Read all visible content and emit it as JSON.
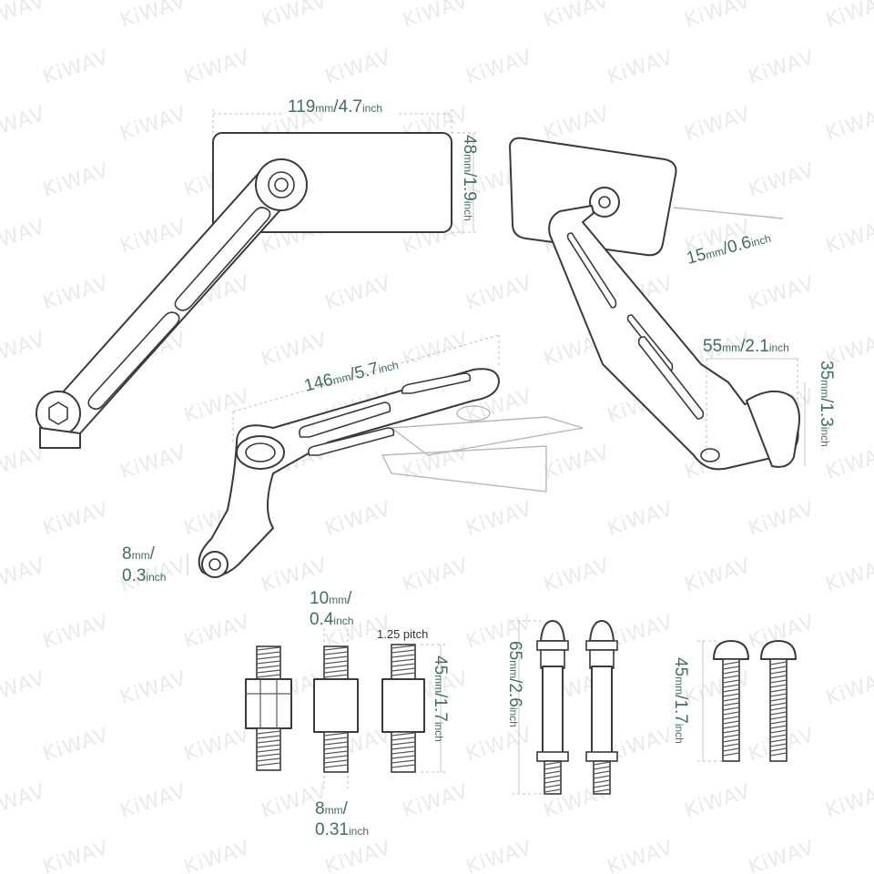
{
  "watermark": "KiWAV",
  "accent_color": "#3f6e62",
  "dimensions": {
    "top_width": {
      "value": "119",
      "unit": "mm",
      "sep": "/",
      "value2": "4.7",
      "unit2": "inch"
    },
    "top_height": {
      "value": "48",
      "unit": "mm",
      "sep": "/",
      "value2": "1.9",
      "unit2": "inch"
    },
    "depth": {
      "value": "15",
      "unit": "mm",
      "sep": "/",
      "value2": "0.6",
      "unit2": "inch"
    },
    "arm_length": {
      "value": "146",
      "unit": "mm",
      "sep": "/",
      "value2": "5.7",
      "unit2": "inch"
    },
    "base_width": {
      "value": "55",
      "unit": "mm",
      "sep": "/",
      "value2": "2.1",
      "unit2": "inch"
    },
    "base_height": {
      "value": "35",
      "unit": "mm",
      "sep": "/",
      "value2": "1.3",
      "unit2": "inch"
    },
    "mount_hole": {
      "value": "8",
      "unit": "mm",
      "sep": "/",
      "value2": "0.3",
      "unit2": "inch"
    },
    "nut_width": {
      "value": "10",
      "unit": "mm",
      "sep": "/",
      "value2": "0.4",
      "unit2": "inch"
    },
    "pitch": "1.25 pitch",
    "adapter_length": {
      "value": "45",
      "unit": "mm",
      "sep": "/",
      "value2": "1.7",
      "unit2": "inch"
    },
    "thread_dia": {
      "value": "8",
      "unit": "mm",
      "sep": "/",
      "value2": "0.31",
      "unit2": "inch"
    },
    "bolt_long": {
      "value": "65",
      "unit": "mm",
      "sep": "/",
      "value2": "2.6",
      "unit2": "inch"
    },
    "bolt_short": {
      "value": "45",
      "unit": "mm",
      "sep": "/",
      "value2": "1.7",
      "unit2": "inch"
    }
  }
}
